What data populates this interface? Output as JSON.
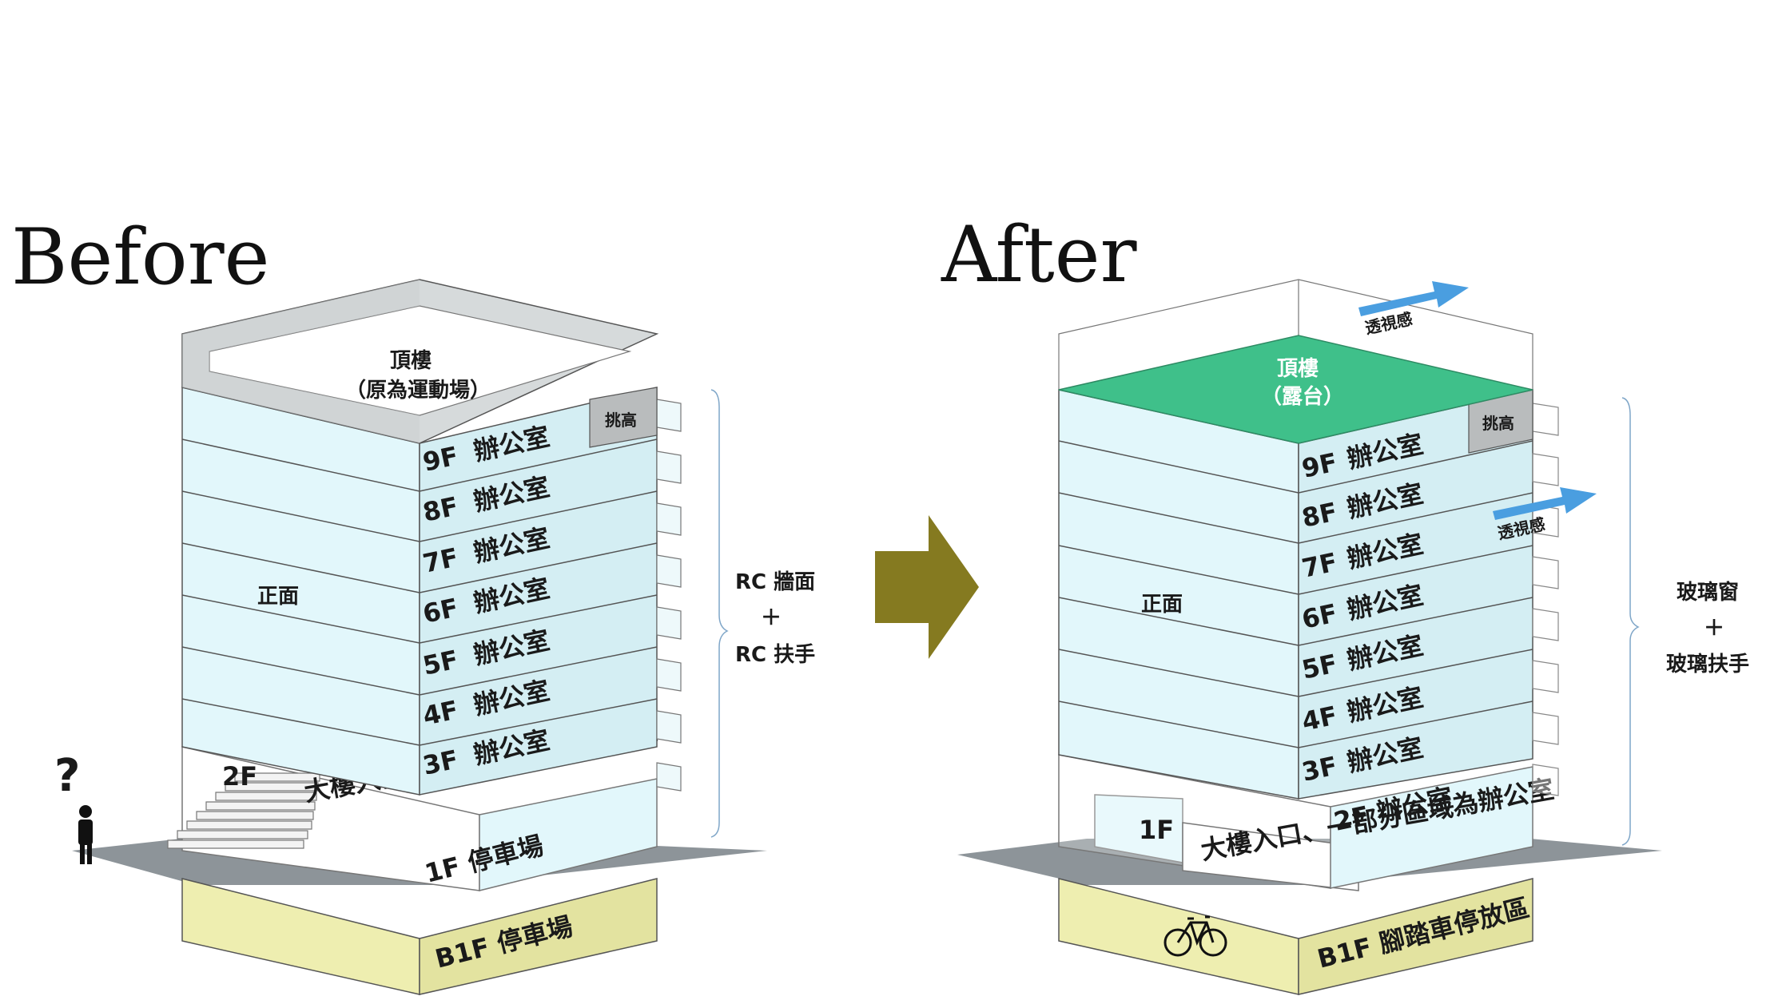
{
  "before": {
    "title": "Before",
    "roof_label_line1": "頂樓",
    "roof_label_line2": "（原為運動場）",
    "atrium_label": "挑高",
    "front_label": "正面",
    "floors": [
      "9F",
      "8F",
      "7F",
      "6F",
      "5F",
      "4F",
      "3F"
    ],
    "office_label": "辦公室",
    "floor_2f_label": "2F",
    "entrance_label": "大樓入口、一部分區域為辦公室",
    "floor_1f_label": "1F 停車場",
    "basement_label": "B1F 停車場",
    "side_line1": "RC 牆面",
    "side_plus": "＋",
    "side_line2": "RC 扶手",
    "question_mark": "?"
  },
  "after": {
    "title": "After",
    "roof_label_line1": "頂樓",
    "roof_label_line2": "（露台）",
    "atrium_label": "挑高",
    "front_label": "正面",
    "floors": [
      "9F",
      "8F",
      "7F",
      "6F",
      "5F",
      "4F",
      "3F"
    ],
    "office_label": "辦公室",
    "floor_2f_label": "2F 辦公室",
    "floor_1f_label": "1F",
    "entrance_label": "大樓入口、一部分區域為辦公室",
    "basement_label": "B1F 腳踏車停放區",
    "transparency_label": "透視感",
    "side_line1": "玻璃窗",
    "side_plus": "＋",
    "side_line2": "玻璃扶手"
  },
  "colors": {
    "floor_fill": "#e2f7fb",
    "roof_before": "#d6dadb",
    "roof_after": "#3fc08a",
    "ground": "#8d9499",
    "basement": "#eeeeb0",
    "arrow": "#857a20",
    "transparency_arrow": "#4a9ee0",
    "atrium_box": "#b9bcbd"
  }
}
